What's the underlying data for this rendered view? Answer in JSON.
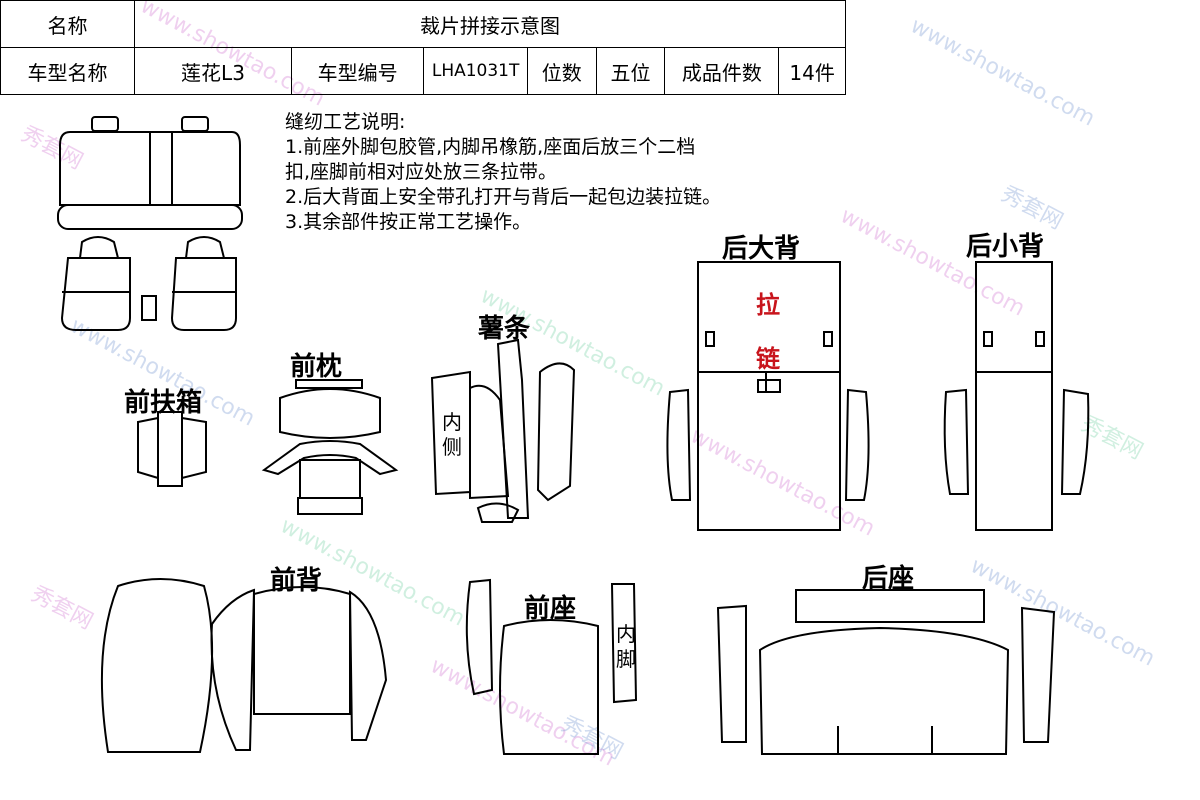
{
  "header": {
    "name_label": "名称",
    "title": "裁片拼接示意图",
    "model_name_label": "车型名称",
    "model_name": "莲花L3",
    "model_code_label": "车型编号",
    "model_code": "LHA1031T",
    "seats_label": "位数",
    "seats": "五位",
    "pieces_label": "成品件数",
    "pieces": "14件"
  },
  "notes": {
    "title": "缝纫工艺说明:",
    "line1": "1.前座外脚包胶管,内脚吊橡筋,座面后放三个二档",
    "line2": "扣,座脚前相对应处放三条拉带。",
    "line3": "2.后大背面上安全带孔打开与背后一起包边装拉链。",
    "line4": "3.其余部件按正常工艺操作。"
  },
  "labels": {
    "front_armrest": "前扶箱",
    "front_headrest": "前枕",
    "side_strip": "薯条",
    "inner_side": "内侧",
    "rear_big_back": "后大背",
    "zip": "拉链",
    "rear_small_back": "后小背",
    "front_back": "前背",
    "front_seat": "前座",
    "inner_leg": "内脚",
    "rear_seat": "后座"
  },
  "watermark": {
    "site": "www.showtao.com",
    "brand": "秀套网"
  }
}
